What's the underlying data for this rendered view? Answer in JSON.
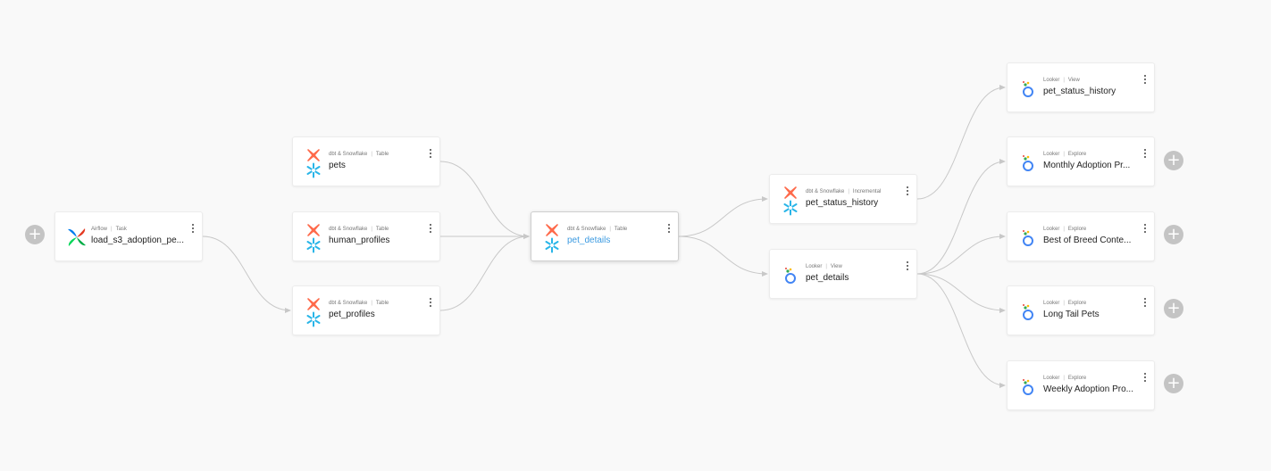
{
  "nodes": [
    {
      "id": "load",
      "source": "Airflow",
      "type": "Task",
      "name": "load_s3_adoption_pe...",
      "icon": "airflow-icon"
    },
    {
      "id": "pets",
      "source": "dbt & Snowflake",
      "type": "Table",
      "name": "pets",
      "icon": "dbt-snowflake-icon"
    },
    {
      "id": "human_profiles",
      "source": "dbt & Snowflake",
      "type": "Table",
      "name": "human_profiles",
      "icon": "dbt-snowflake-icon"
    },
    {
      "id": "pet_profiles",
      "source": "dbt & Snowflake",
      "type": "Table",
      "name": "pet_profiles",
      "icon": "dbt-snowflake-icon"
    },
    {
      "id": "pet_details",
      "source": "dbt & Snowflake",
      "type": "Table",
      "name": "pet_details",
      "icon": "dbt-snowflake-icon",
      "selected": true
    },
    {
      "id": "pet_status_history_dbt",
      "source": "dbt & Snowflake",
      "type": "Incremental",
      "name": "pet_status_history",
      "icon": "dbt-snowflake-icon"
    },
    {
      "id": "pet_details_looker",
      "source": "Looker",
      "type": "View",
      "name": "pet_details",
      "icon": "looker-icon"
    },
    {
      "id": "pet_status_history_looker",
      "source": "Looker",
      "type": "View",
      "name": "pet_status_history",
      "icon": "looker-icon"
    },
    {
      "id": "monthly",
      "source": "Looker",
      "type": "Explore",
      "name": "Monthly Adoption Pr...",
      "icon": "looker-icon"
    },
    {
      "id": "best",
      "source": "Looker",
      "type": "Explore",
      "name": "Best of Breed Conte...",
      "icon": "looker-icon"
    },
    {
      "id": "longtail",
      "source": "Looker",
      "type": "Explore",
      "name": "Long Tail Pets",
      "icon": "looker-icon"
    },
    {
      "id": "weekly",
      "source": "Looker",
      "type": "Explore",
      "name": "Weekly Adoption Pro...",
      "icon": "looker-icon"
    }
  ],
  "edges": [
    [
      "load",
      "pet_profiles"
    ],
    [
      "pets",
      "pet_details"
    ],
    [
      "human_profiles",
      "pet_details"
    ],
    [
      "pet_profiles",
      "pet_details"
    ],
    [
      "pet_details",
      "pet_status_history_dbt"
    ],
    [
      "pet_details",
      "pet_details_looker"
    ],
    [
      "pet_status_history_dbt",
      "pet_status_history_looker"
    ],
    [
      "pet_details_looker",
      "monthly"
    ],
    [
      "pet_details_looker",
      "best"
    ],
    [
      "pet_details_looker",
      "longtail"
    ],
    [
      "pet_details_looker",
      "weekly"
    ]
  ],
  "expand_label": "+",
  "colors": {
    "edge": "#c8c8c8",
    "selected_text": "#3b9ae1",
    "dbt": "#fe6a4b",
    "snowflake": "#29b5e8"
  }
}
